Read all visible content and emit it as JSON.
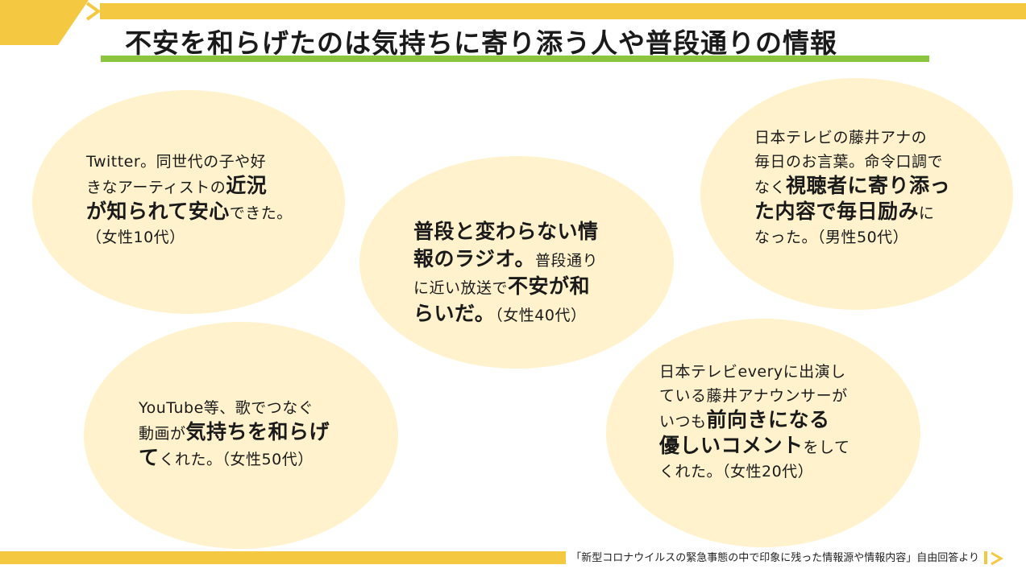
{
  "title": "不安を和らげたのは気持ちに寄り添う人や普段通りの情報",
  "colors": {
    "accent_yellow": "#f5c842",
    "underline_green": "#8cc63f",
    "bubble_fill": "#fff2cc"
  },
  "bubbles": [
    {
      "lines": [
        [
          {
            "t": "Twitter。同世代の子や好"
          }
        ],
        [
          {
            "t": "きなアーティストの"
          },
          {
            "t": "近況",
            "b": true
          }
        ],
        [
          {
            "t": "が知られて安心",
            "b": true
          },
          {
            "t": "できた。"
          }
        ],
        [
          {
            "t": "（女性10代）"
          }
        ]
      ]
    },
    {
      "lines": [
        [
          {
            "t": "普段と変わらない情",
            "b": true
          }
        ],
        [
          {
            "t": "報のラジオ。",
            "b": true
          },
          {
            "t": "普段通り"
          }
        ],
        [
          {
            "t": "に近い放送で"
          },
          {
            "t": "不安が和",
            "b": true
          }
        ],
        [
          {
            "t": "らいだ。",
            "b": true
          },
          {
            "t": "（女性40代）"
          }
        ]
      ]
    },
    {
      "lines": [
        [
          {
            "t": "日本テレビの藤井アナの"
          }
        ],
        [
          {
            "t": "毎日のお言葉。命令口調で"
          }
        ],
        [
          {
            "t": "なく"
          },
          {
            "t": "視聴者に寄り添っ",
            "b": true
          }
        ],
        [
          {
            "t": "た内容で毎日励み",
            "b": true
          },
          {
            "t": "に"
          }
        ],
        [
          {
            "t": "なった。（男性50代）"
          }
        ]
      ]
    },
    {
      "lines": [
        [
          {
            "t": "YouTube等、歌でつなぐ"
          }
        ],
        [
          {
            "t": "動画が"
          },
          {
            "t": "気持ちを和らげ",
            "b": true
          }
        ],
        [
          {
            "t": "て",
            "b": true
          },
          {
            "t": "くれた。（女性50代）"
          }
        ]
      ]
    },
    {
      "lines": [
        [
          {
            "t": "日本テレビeveryに出演し"
          }
        ],
        [
          {
            "t": "ている藤井アナウンサーが"
          }
        ],
        [
          {
            "t": "いつも"
          },
          {
            "t": "前向きになる",
            "b": true
          }
        ],
        [
          {
            "t": "優しいコメント",
            "b": true
          },
          {
            "t": "をして"
          }
        ],
        [
          {
            "t": "くれた。（女性20代）"
          }
        ]
      ]
    }
  ],
  "source": "「新型コロナウイルスの緊急事態の中で印象に残った情報源や情報内容」自由回答より"
}
